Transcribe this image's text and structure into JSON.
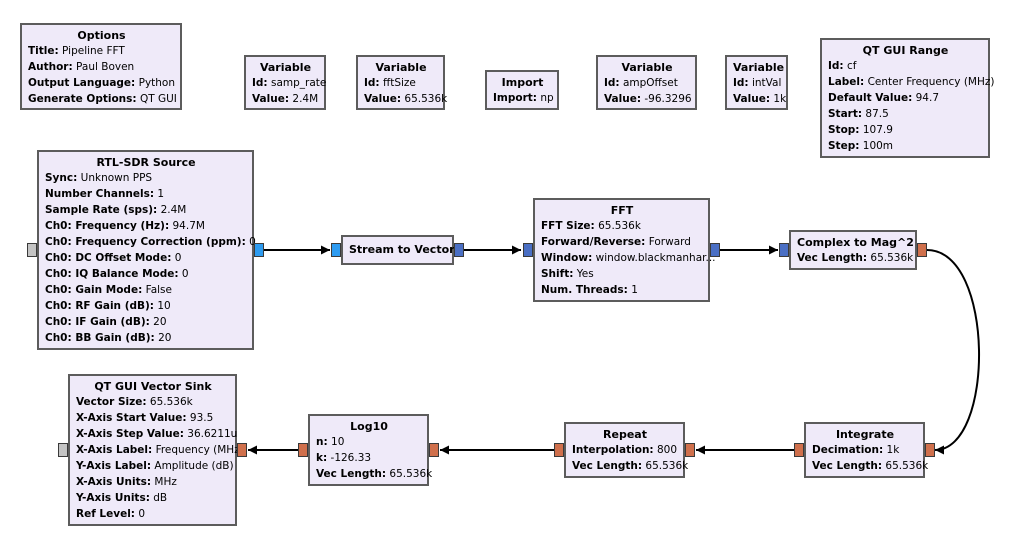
{
  "blocks": {
    "options": {
      "title": "Options",
      "params": [
        {
          "k": "Title:",
          "v": "Pipeline FFT"
        },
        {
          "k": "Author:",
          "v": "Paul Boven"
        },
        {
          "k": "Output Language:",
          "v": "Python"
        },
        {
          "k": "Generate Options:",
          "v": "QT GUI"
        }
      ]
    },
    "var_samp_rate": {
      "title": "Variable",
      "params": [
        {
          "k": "Id:",
          "v": "samp_rate"
        },
        {
          "k": "Value:",
          "v": "2.4M"
        }
      ]
    },
    "var_fftsize": {
      "title": "Variable",
      "params": [
        {
          "k": "Id:",
          "v": "fftSize"
        },
        {
          "k": "Value:",
          "v": "65.536k"
        }
      ]
    },
    "import_np": {
      "title": "Import",
      "params": [
        {
          "k": "Import:",
          "v": "np"
        }
      ]
    },
    "var_ampoffset": {
      "title": "Variable",
      "params": [
        {
          "k": "Id:",
          "v": "ampOffset"
        },
        {
          "k": "Value:",
          "v": "-96.3296"
        }
      ]
    },
    "var_intval": {
      "title": "Variable",
      "params": [
        {
          "k": "Id:",
          "v": "intVal"
        },
        {
          "k": "Value:",
          "v": "1k"
        }
      ]
    },
    "qt_gui_range": {
      "title": "QT GUI Range",
      "params": [
        {
          "k": "Id:",
          "v": "cf"
        },
        {
          "k": "Label:",
          "v": "Center Frequency (MHz)"
        },
        {
          "k": "Default Value:",
          "v": "94.7"
        },
        {
          "k": "Start:",
          "v": "87.5"
        },
        {
          "k": "Stop:",
          "v": "107.9"
        },
        {
          "k": "Step:",
          "v": "100m"
        }
      ]
    },
    "rtl_sdr_source": {
      "title": "RTL-SDR Source",
      "params": [
        {
          "k": "Sync:",
          "v": "Unknown PPS"
        },
        {
          "k": "Number Channels:",
          "v": "1"
        },
        {
          "k": "Sample Rate (sps):",
          "v": "2.4M"
        },
        {
          "k": "Ch0: Frequency (Hz):",
          "v": "94.7M"
        },
        {
          "k": "Ch0: Frequency Correction (ppm):",
          "v": "0"
        },
        {
          "k": "Ch0: DC Offset Mode:",
          "v": "0"
        },
        {
          "k": "Ch0: IQ Balance Mode:",
          "v": "0"
        },
        {
          "k": "Ch0: Gain Mode:",
          "v": "False"
        },
        {
          "k": "Ch0: RF Gain (dB):",
          "v": "10"
        },
        {
          "k": "Ch0: IF Gain (dB):",
          "v": "20"
        },
        {
          "k": "Ch0: BB Gain (dB):",
          "v": "20"
        }
      ]
    },
    "stream_to_vector": {
      "title": "Stream to Vector",
      "params": []
    },
    "fft": {
      "title": "FFT",
      "params": [
        {
          "k": "FFT Size:",
          "v": "65.536k"
        },
        {
          "k": "Forward/Reverse:",
          "v": "Forward"
        },
        {
          "k": "Window:",
          "v": "window.blackmanhar..."
        },
        {
          "k": "Shift:",
          "v": "Yes"
        },
        {
          "k": "Num. Threads:",
          "v": "1"
        }
      ]
    },
    "complex_to_mag2": {
      "title": "Complex to Mag^2",
      "params": [
        {
          "k": "Vec Length:",
          "v": "65.536k"
        }
      ]
    },
    "qt_gui_vector_sink": {
      "title": "QT GUI Vector Sink",
      "params": [
        {
          "k": "Vector Size:",
          "v": "65.536k"
        },
        {
          "k": "X-Axis Start Value:",
          "v": "93.5"
        },
        {
          "k": "X-Axis Step Value:",
          "v": "36.6211u"
        },
        {
          "k": "X-Axis Label:",
          "v": "Frequency (MHz)"
        },
        {
          "k": "Y-Axis Label:",
          "v": "Amplitude (dB)"
        },
        {
          "k": "X-Axis Units:",
          "v": "MHz"
        },
        {
          "k": "Y-Axis Units:",
          "v": "dB"
        },
        {
          "k": "Ref Level:",
          "v": "0"
        }
      ]
    },
    "log10": {
      "title": "Log10",
      "params": [
        {
          "k": "n:",
          "v": "10"
        },
        {
          "k": "k:",
          "v": "-126.33"
        },
        {
          "k": "Vec Length:",
          "v": "65.536k"
        }
      ]
    },
    "repeat": {
      "title": "Repeat",
      "params": [
        {
          "k": "Interpolation:",
          "v": "800"
        },
        {
          "k": "Vec Length:",
          "v": "65.536k"
        }
      ]
    },
    "integrate": {
      "title": "Integrate",
      "params": [
        {
          "k": "Decimation:",
          "v": "1k"
        },
        {
          "k": "Vec Length:",
          "v": "65.536k"
        }
      ]
    }
  },
  "colors": {
    "block_fill": "#efeaf9",
    "block_border": "#5c5c5c",
    "port_complex_stream": "#2d9bf0",
    "port_complex_vector": "#4a6fc4",
    "port_float_vector": "#d0704c",
    "port_message": "#c4c4c4",
    "wire": "#000000"
  }
}
